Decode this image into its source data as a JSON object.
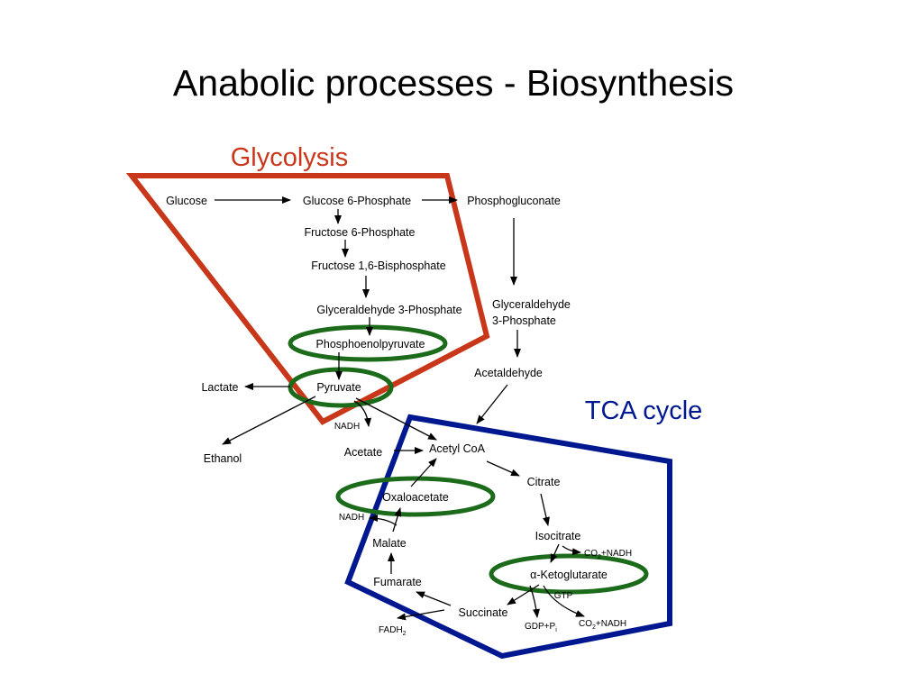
{
  "slide": {
    "title": "Anabolic processes - Biosynthesis"
  },
  "regions": {
    "glycolysis": {
      "label": "Glycolysis",
      "color": "#c8371a"
    },
    "tca": {
      "label": "TCA cycle",
      "color": "#00188f"
    }
  },
  "highlight_color": "#1b6b1b",
  "nodes": {
    "glucose": "Glucose",
    "glucose_6_phosphate": "Glucose 6-Phosphate",
    "phosphogluconate": "Phosphogluconate",
    "fructose_6_phosphate": "Fructose 6-Phosphate",
    "fructose_bisphosphate": "Fructose 1,6-Bisphosphate",
    "glyceraldehyde_3_phosphate": "Glyceraldehyde 3-Phosphate",
    "glyceraldehyde_line1": "Glyceraldehyde",
    "glyceraldehyde_line2": "3-Phosphate",
    "phosphoenolpyruvate": "Phosphoenolpyruvate",
    "acetaldehyde": "Acetaldehyde",
    "lactate": "Lactate",
    "pyruvate": "Pyruvate",
    "nadh_pyruvate": "NADH",
    "ethanol": "Ethanol",
    "acetate": "Acetate",
    "acetyl_coa": "Acetyl CoA",
    "citrate": "Citrate",
    "oxaloacetate": "Oxaloacetate",
    "nadh_malate": "NADH",
    "isocitrate": "Isocitrate",
    "co2_nadh_isocitrate": "CO",
    "co2_nadh_isocitrate_sub": "2",
    "co2_nadh_isocitrate_rest": "+NADH",
    "malate": "Malate",
    "alpha_symbol": "α",
    "ketoglutarate": "-Ketoglutarate",
    "fumarate": "Fumarate",
    "gtp": "GTP",
    "succinate": "Succinate",
    "fadh": "FADH",
    "fadh_sub": "2",
    "gdp": "GDP+P",
    "gdp_sub": "i",
    "co2_nadh_bottom": "CO",
    "co2_nadh_bottom_sub": "2",
    "co2_nadh_bottom_rest": "+NADH"
  }
}
